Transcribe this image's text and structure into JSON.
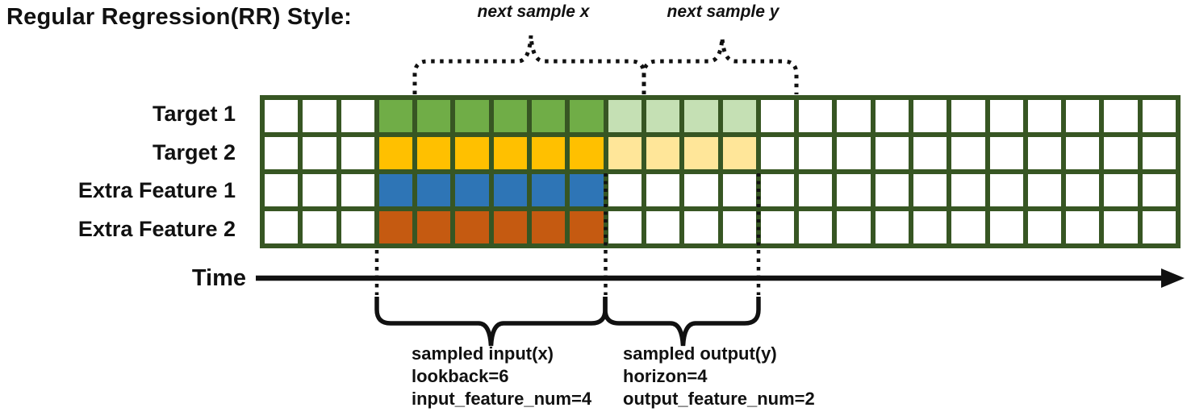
{
  "title": "Regular Regression(RR) Style:",
  "annotations": {
    "next_sample_x": "next sample x",
    "next_sample_y": "next sample y"
  },
  "grid": {
    "columns": 24,
    "border_color": "#375623",
    "cell_color": "#ffffff"
  },
  "rows": [
    {
      "label": "Target 1",
      "input_color": "#70ad47",
      "output_color": "#c5e0b4",
      "input_cols": [
        4,
        9
      ],
      "output_cols": [
        10,
        13
      ]
    },
    {
      "label": "Target 2",
      "input_color": "#ffc000",
      "output_color": "#ffe699",
      "input_cols": [
        4,
        9
      ],
      "output_cols": [
        10,
        13
      ]
    },
    {
      "label": "Extra Feature 1",
      "input_color": "#2e75b6",
      "output_color": null,
      "input_cols": [
        4,
        9
      ],
      "output_cols": null
    },
    {
      "label": "Extra Feature 2",
      "input_color": "#c55a11",
      "output_color": null,
      "input_cols": [
        4,
        9
      ],
      "output_cols": null
    }
  ],
  "time_axis": {
    "label": "Time"
  },
  "sample_annotations": {
    "input": {
      "lines": [
        "sampled input(x)",
        "lookback=6",
        "input_feature_num=4"
      ]
    },
    "output": {
      "lines": [
        "sampled output(y)",
        "horizon=4",
        "output_feature_num=2"
      ]
    }
  }
}
